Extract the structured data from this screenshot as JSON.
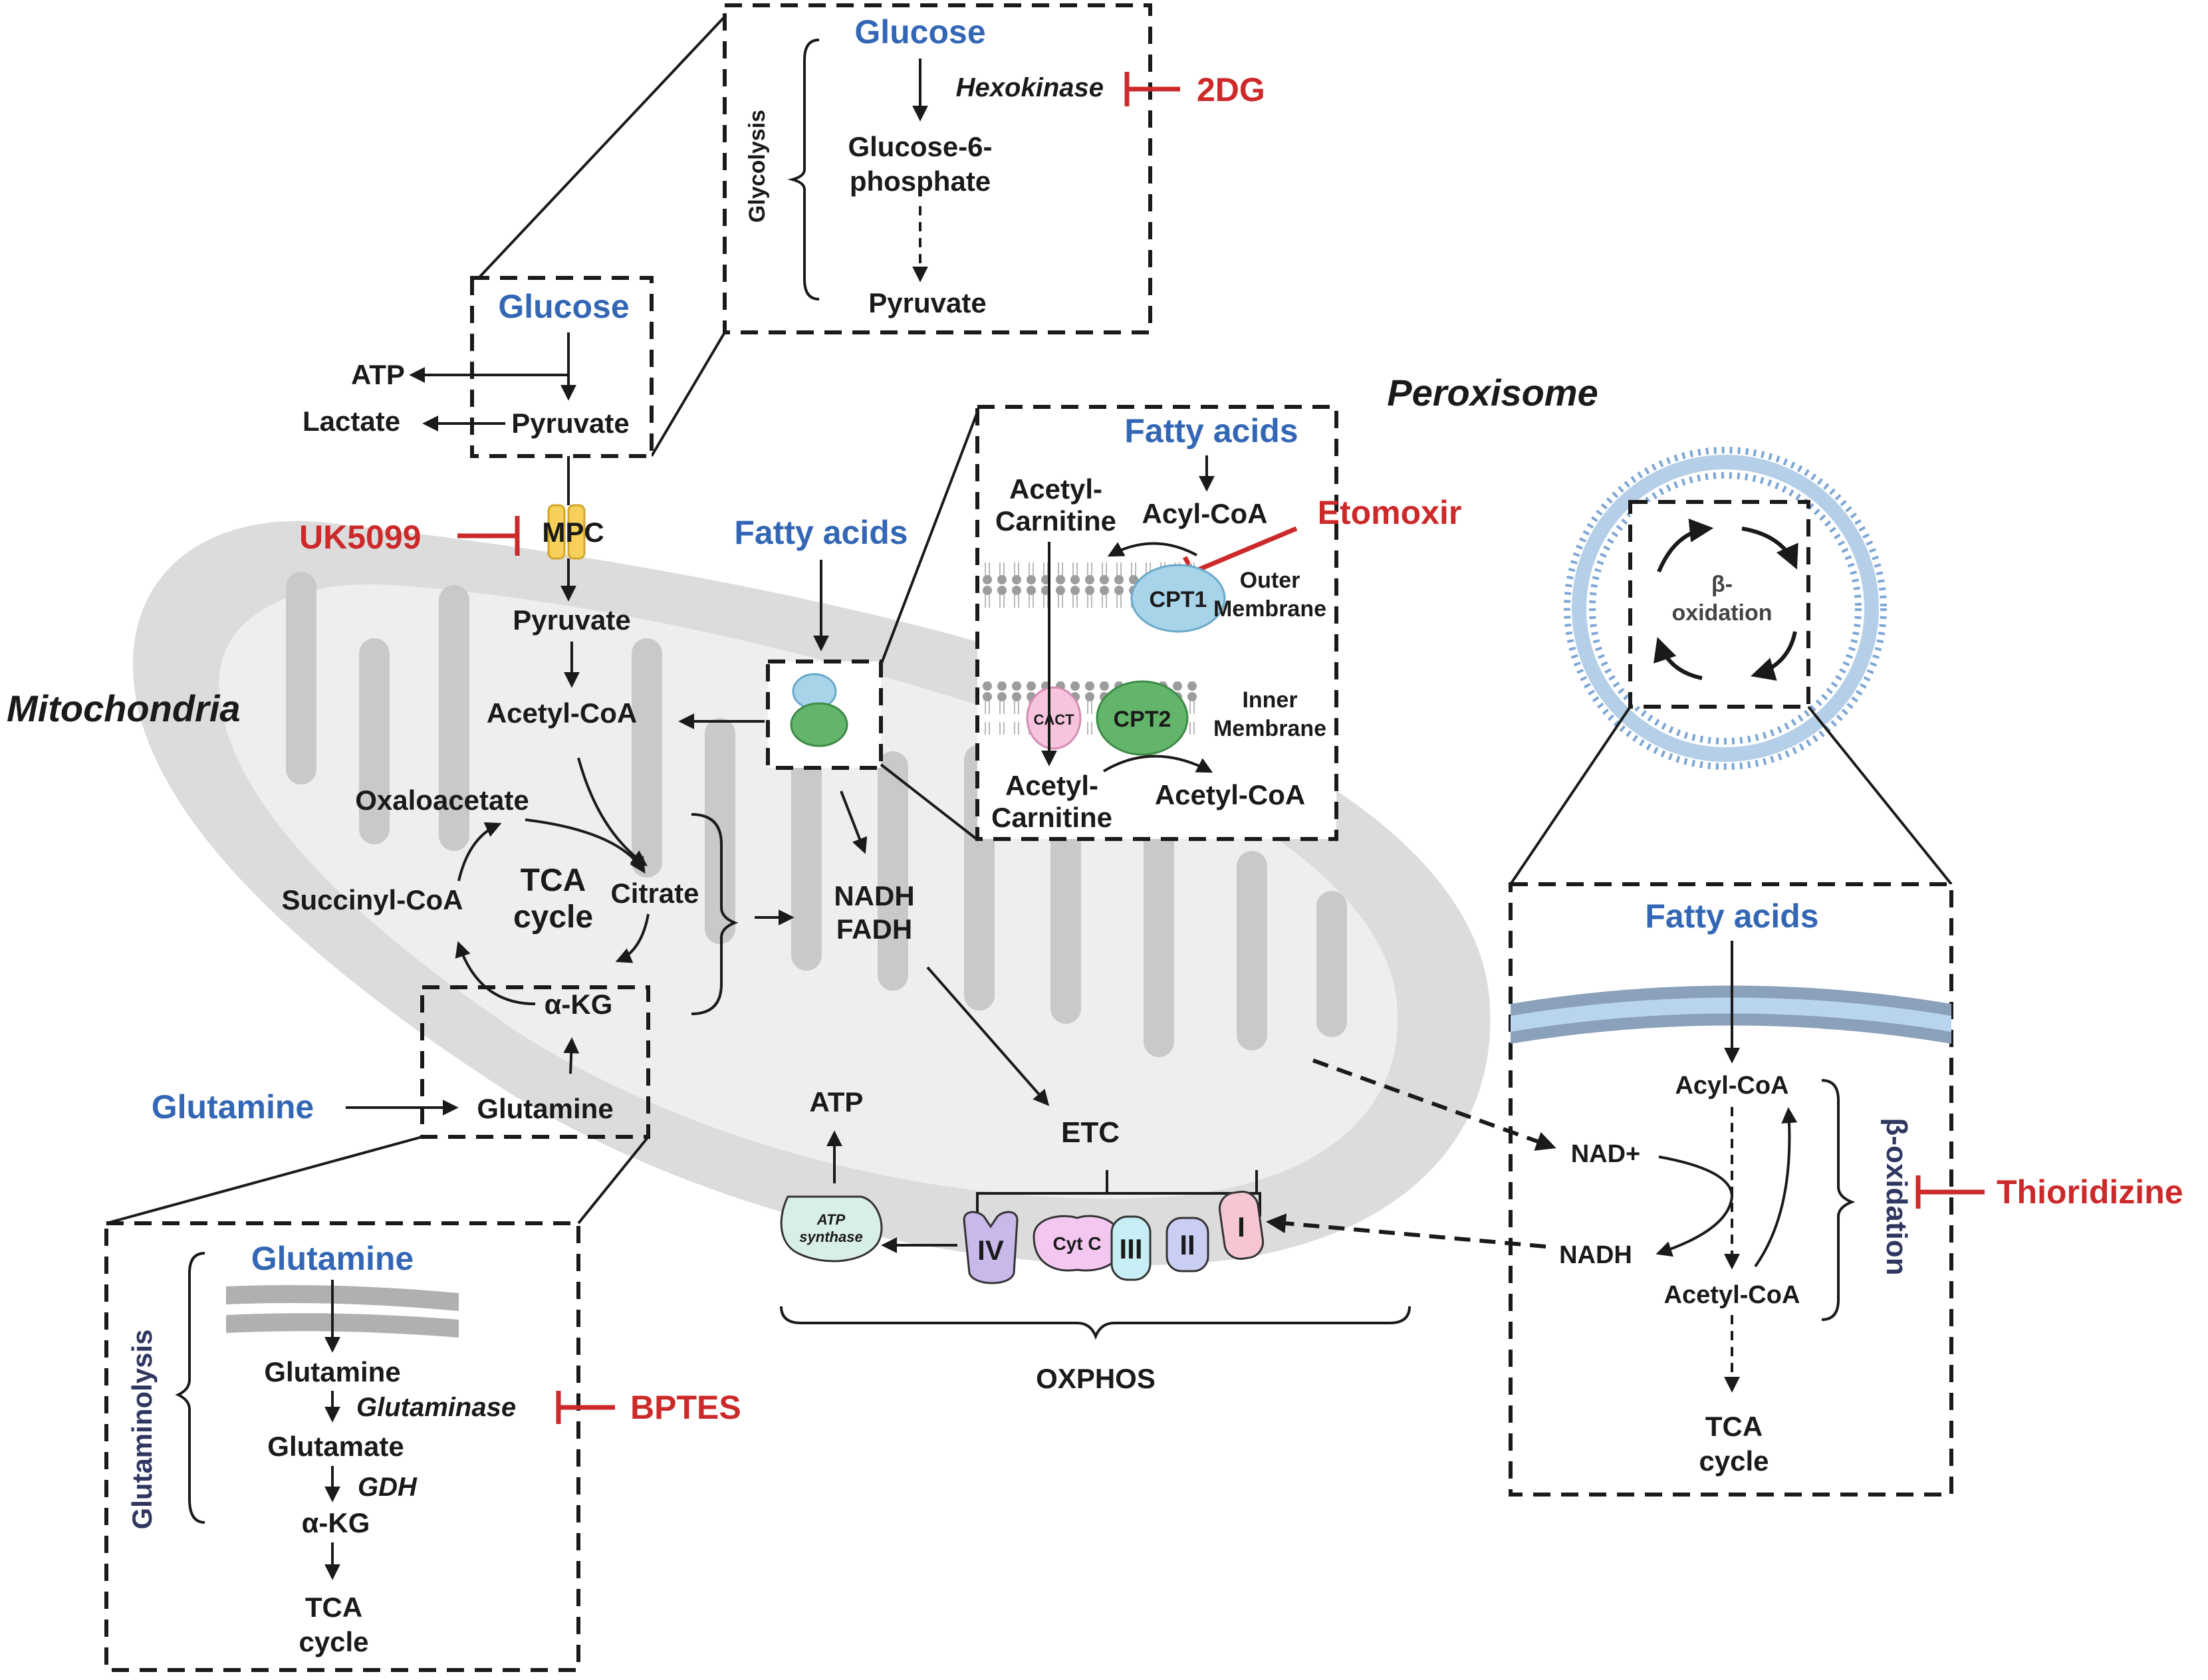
{
  "mito": {
    "title": "Mitochondria",
    "glucose": "Glucose",
    "atp_left": "ATP",
    "lactate": "Lactate",
    "pyruvate_cyto": "Pyruvate",
    "uk5099": "UK5099",
    "mpc": "MPC",
    "pyruvate_mito": "Pyruvate",
    "acetyl_coa": "Acetyl-CoA",
    "fatty_acids": "Fatty acids",
    "oxaloacetate": "Oxaloacetate",
    "tca1": "TCA",
    "tca2": "cycle",
    "citrate": "Citrate",
    "succinyl_coa": "Succinyl-CoA",
    "akg": "α-KG",
    "glutamine_in": "Glutamine",
    "glutamine_out": "Glutamine",
    "nadh": "NADH",
    "fadh": "FADH",
    "atp_mid": "ATP",
    "etc": "ETC",
    "oxphos": "OXPHOS",
    "atp_synthase_1": "ATP",
    "atp_synthase_2": "synthase",
    "complex_iv": "IV",
    "cyt_c": "Cyt C",
    "complex_iii": "III",
    "complex_ii": "II",
    "complex_i": "I"
  },
  "glycolysis": {
    "side_label": "Glycolysis",
    "glucose": "Glucose",
    "hexokinase": "Hexokinase",
    "inhibitor": "2DG",
    "g6p_1": "Glucose-6-",
    "g6p_2": "phosphate",
    "pyruvate": "Pyruvate"
  },
  "fao": {
    "fatty_acids": "Fatty acids",
    "acyl_coa": "Acyl-CoA",
    "acetyl_carnitine_top_1": "Acetyl-",
    "acetyl_carnitine_top_2": "Carnitine",
    "inhibitor": "Etomoxir",
    "cpt1": "CPT1",
    "outer_1": "Outer",
    "outer_2": "Membrane",
    "cact": "CACT",
    "cpt2": "CPT2",
    "inner_1": "Inner",
    "inner_2": "Membrane",
    "acetyl_carnitine_bottom_1": "Acetyl-",
    "acetyl_carnitine_bottom_2": "Carnitine",
    "acetyl_coa": "Acetyl-CoA"
  },
  "glutaminolysis": {
    "side_label": "Glutaminolysis",
    "glutamine_title": "Glutamine",
    "glutamine": "Glutamine",
    "glutaminase": "Glutaminase",
    "inhibitor": "BPTES",
    "glutamate": "Glutamate",
    "gdh": "GDH",
    "akg": "α-KG",
    "tca1": "TCA",
    "tca2": "cycle"
  },
  "peroxisome": {
    "title": "Peroxisome",
    "beta_1": "β-",
    "beta_2": "oxidation",
    "fatty_acids": "Fatty acids",
    "acyl_coa": "Acyl-CoA",
    "nad_plus": "NAD+",
    "nadh": "NADH",
    "acetyl_coa": "Acetyl-CoA",
    "side_label": "β-oxidation",
    "inhibitor": "Thioridizine",
    "tca1": "TCA",
    "tca2": "cycle"
  },
  "colors": {
    "substrate_blue": "#3367b5",
    "inhibitor_red": "#cc2a2a",
    "mito_gray": "#dcdcdc",
    "peroxisome_blue": "#7ea7d6"
  }
}
